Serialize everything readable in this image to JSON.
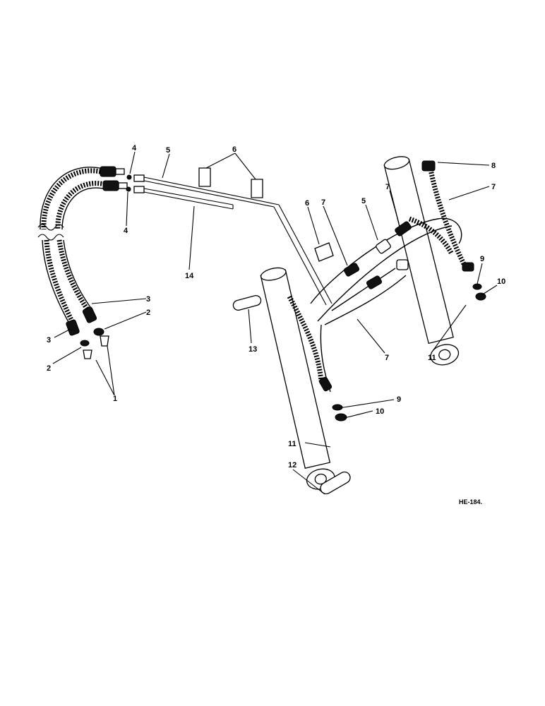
{
  "diagram": {
    "reference_code": "HE-184.",
    "callouts": [
      {
        "id": "c1",
        "text": "1"
      },
      {
        "id": "c2a",
        "text": "2"
      },
      {
        "id": "c2b",
        "text": "2"
      },
      {
        "id": "c3a",
        "text": "3"
      },
      {
        "id": "c3b",
        "text": "3"
      },
      {
        "id": "c4a",
        "text": "4"
      },
      {
        "id": "c4b",
        "text": "4"
      },
      {
        "id": "c5a",
        "text": "5"
      },
      {
        "id": "c5b",
        "text": "5"
      },
      {
        "id": "c6a",
        "text": "6"
      },
      {
        "id": "c6b",
        "text": "6"
      },
      {
        "id": "c7a",
        "text": "7"
      },
      {
        "id": "c7b",
        "text": "7"
      },
      {
        "id": "c7c",
        "text": "7"
      },
      {
        "id": "c7d",
        "text": "7"
      },
      {
        "id": "c8",
        "text": "8"
      },
      {
        "id": "c9a",
        "text": "9"
      },
      {
        "id": "c9b",
        "text": "9"
      },
      {
        "id": "c10a",
        "text": "10"
      },
      {
        "id": "c10b",
        "text": "10"
      },
      {
        "id": "c11a",
        "text": "11"
      },
      {
        "id": "c11b",
        "text": "11"
      },
      {
        "id": "c12",
        "text": "12"
      },
      {
        "id": "c13",
        "text": "13"
      },
      {
        "id": "c14",
        "text": "14"
      }
    ]
  }
}
